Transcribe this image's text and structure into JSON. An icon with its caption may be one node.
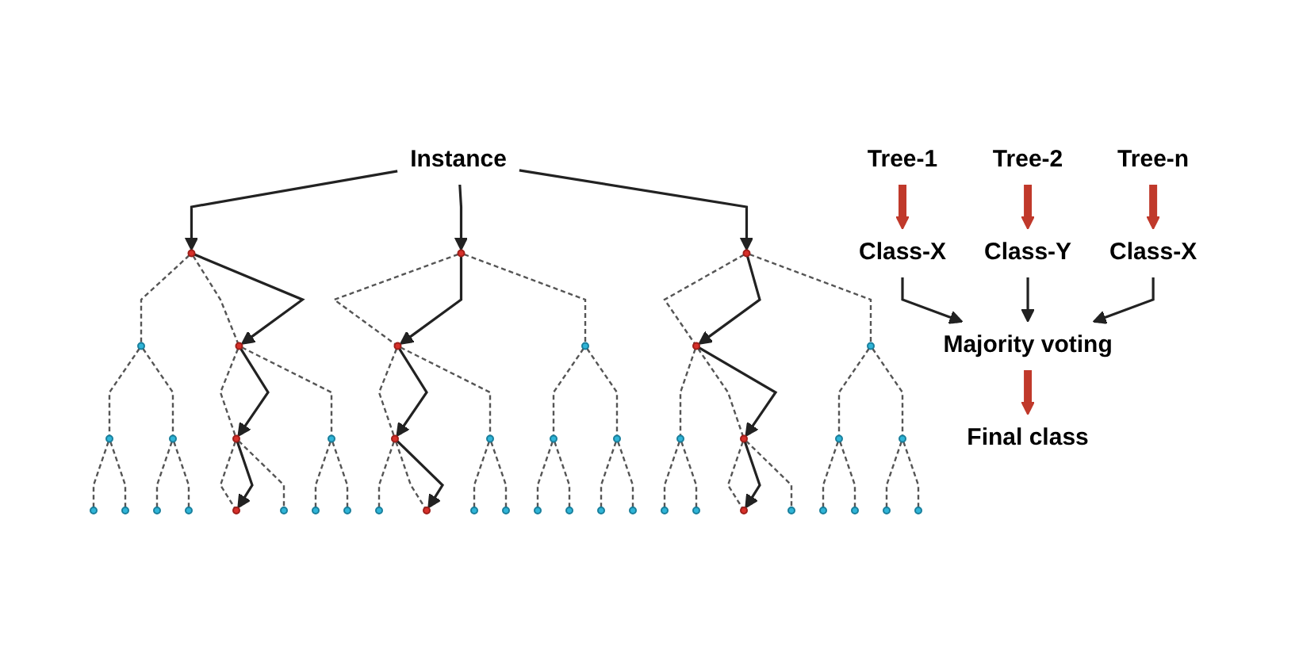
{
  "diagram": {
    "nodes": [
      {
        "text": [
          "Instance"
        ]
      },
      {
        "text": [],
        "shape": "circle"
      },
      {
        "text": [],
        "shape": "circle"
      },
      {
        "text": [],
        "shape": "circle"
      },
      {
        "text": [],
        "shape": "circle"
      },
      {
        "text": [],
        "shape": "circle"
      },
      {
        "text": [],
        "shape": "circle"
      },
      {
        "text": [],
        "shape": "circle"
      },
      {
        "text": [],
        "shape": "circle"
      },
      {
        "text": [],
        "shape": "circle"
      },
      {
        "text": [],
        "shape": "circle"
      },
      {
        "text": [],
        "shape": "circle"
      },
      {
        "text": [],
        "shape": "circle"
      },
      {
        "text": [],
        "shape": "circle"
      },
      {
        "text": [],
        "shape": "circle"
      },
      {
        "text": [],
        "shape": "circle"
      },
      {
        "text": [],
        "shape": "circle"
      },
      {
        "text": [],
        "shape": "circle"
      },
      {
        "text": [],
        "shape": "circle"
      },
      {
        "text": [],
        "shape": "circle"
      },
      {
        "text": [],
        "shape": "circle"
      },
      {
        "text": [],
        "shape": "circle"
      },
      {
        "text": [],
        "shape": "circle"
      },
      {
        "text": [],
        "shape": "circle"
      },
      {
        "text": [],
        "shape": "circle"
      },
      {
        "text": [],
        "shape": "circle"
      },
      {
        "text": [],
        "shape": "circle"
      },
      {
        "text": [],
        "shape": "circle"
      },
      {
        "text": [],
        "shape": "circle"
      },
      {
        "text": [],
        "shape": "circle"
      },
      {
        "text": [],
        "shape": "circle"
      },
      {
        "text": [],
        "shape": "circle"
      },
      {
        "text": [],
        "shape": "circle"
      },
      {
        "text": [],
        "shape": "circle"
      },
      {
        "text": [],
        "shape": "circle"
      },
      {
        "text": [],
        "shape": "circle"
      },
      {
        "text": [],
        "shape": "circle"
      },
      {
        "text": [],
        "shape": "circle"
      },
      {
        "text": [],
        "shape": "circle"
      },
      {
        "text": [],
        "shape": "circle"
      },
      {
        "text": [],
        "shape": "circle"
      },
      {
        "text": [],
        "shape": "circle"
      },
      {
        "text": [],
        "shape": "circle"
      },
      {
        "text": [],
        "shape": "circle"
      },
      {
        "text": [],
        "shape": "circle"
      },
      {
        "text": [],
        "shape": "circle"
      },
      {
        "text": [
          "Tree-1"
        ]
      },
      {
        "text": [
          "Tree-2"
        ]
      },
      {
        "text": [
          "Tree-n"
        ]
      },
      {
        "text": [
          "Class-X"
        ]
      },
      {
        "text": [
          "Class-Y"
        ]
      },
      {
        "text": [
          "Class-X"
        ]
      },
      {
        "text": [
          "Majority voting"
        ]
      },
      {
        "text": [
          "Final class"
        ]
      }
    ],
    "edges": [
      {
        "from": 0,
        "to": 1,
        "arrow": "to"
      },
      {
        "from": 0,
        "to": 2,
        "arrow": "to"
      },
      {
        "from": 0,
        "to": 3,
        "arrow": "to"
      },
      {
        "from": 1,
        "to": 4,
        "arrow": "none",
        "style": "dashed"
      },
      {
        "from": 1,
        "to": 5,
        "arrow": "none",
        "style": "dashed"
      },
      {
        "from": 4,
        "to": 10,
        "arrow": "none",
        "style": "dashed"
      },
      {
        "from": 4,
        "to": 11,
        "arrow": "none",
        "style": "dashed"
      },
      {
        "from": 5,
        "to": 12,
        "arrow": "none",
        "style": "dashed"
      },
      {
        "from": 5,
        "to": 13,
        "arrow": "none",
        "style": "dashed"
      },
      {
        "from": 10,
        "to": 22,
        "arrow": "none",
        "style": "dashed"
      },
      {
        "from": 10,
        "to": 23,
        "arrow": "none",
        "style": "dashed"
      },
      {
        "from": 11,
        "to": 24,
        "arrow": "none",
        "style": "dashed"
      },
      {
        "from": 11,
        "to": 25,
        "arrow": "none",
        "style": "dashed"
      },
      {
        "from": 12,
        "to": 26,
        "arrow": "none",
        "style": "dashed"
      },
      {
        "from": 12,
        "to": 27,
        "arrow": "none",
        "style": "dashed"
      },
      {
        "from": 13,
        "to": 28,
        "arrow": "none",
        "style": "dashed"
      },
      {
        "from": 13,
        "to": 29,
        "arrow": "none",
        "style": "dashed"
      },
      {
        "from": 2,
        "to": 6,
        "arrow": "none",
        "style": "dashed"
      },
      {
        "from": 2,
        "to": 7,
        "arrow": "none",
        "style": "dashed"
      },
      {
        "from": 6,
        "to": 14,
        "arrow": "none",
        "style": "dashed"
      },
      {
        "from": 6,
        "to": 15,
        "arrow": "none",
        "style": "dashed"
      },
      {
        "from": 7,
        "to": 16,
        "arrow": "none",
        "style": "dashed"
      },
      {
        "from": 7,
        "to": 17,
        "arrow": "none",
        "style": "dashed"
      },
      {
        "from": 14,
        "to": 30,
        "arrow": "none",
        "style": "dashed"
      },
      {
        "from": 14,
        "to": 31,
        "arrow": "none",
        "style": "dashed"
      },
      {
        "from": 15,
        "to": 32,
        "arrow": "none",
        "style": "dashed"
      },
      {
        "from": 15,
        "to": 33,
        "arrow": "none",
        "style": "dashed"
      },
      {
        "from": 16,
        "to": 34,
        "arrow": "none",
        "style": "dashed"
      },
      {
        "from": 16,
        "to": 35,
        "arrow": "none",
        "style": "dashed"
      },
      {
        "from": 17,
        "to": 36,
        "arrow": "none",
        "style": "dashed"
      },
      {
        "from": 17,
        "to": 37,
        "arrow": "none",
        "style": "dashed"
      },
      {
        "from": 3,
        "to": 8,
        "arrow": "none",
        "style": "dashed"
      },
      {
        "from": 3,
        "to": 9,
        "arrow": "none",
        "style": "dashed"
      },
      {
        "from": 8,
        "to": 18,
        "arrow": "none",
        "style": "dashed"
      },
      {
        "from": 8,
        "to": 19,
        "arrow": "none",
        "style": "dashed"
      },
      {
        "from": 9,
        "to": 20,
        "arrow": "none",
        "style": "dashed"
      },
      {
        "from": 9,
        "to": 21,
        "arrow": "none",
        "style": "dashed"
      },
      {
        "from": 18,
        "to": 38,
        "arrow": "none",
        "style": "dashed"
      },
      {
        "from": 18,
        "to": 39,
        "arrow": "none",
        "style": "dashed"
      },
      {
        "from": 19,
        "to": 40,
        "arrow": "none",
        "style": "dashed"
      },
      {
        "from": 19,
        "to": 41,
        "arrow": "none",
        "style": "dashed"
      },
      {
        "from": 20,
        "to": 42,
        "arrow": "none",
        "style": "dashed"
      },
      {
        "from": 20,
        "to": 43,
        "arrow": "none",
        "style": "dashed"
      },
      {
        "from": 21,
        "to": 44,
        "arrow": "none",
        "style": "dashed"
      },
      {
        "from": 21,
        "to": 45,
        "arrow": "none",
        "style": "dashed"
      },
      {
        "from": 1,
        "to": 5,
        "arrow": "to"
      },
      {
        "from": 5,
        "to": 12,
        "arrow": "to"
      },
      {
        "from": 12,
        "to": 26,
        "arrow": "to"
      },
      {
        "from": 2,
        "to": 6,
        "arrow": "to"
      },
      {
        "from": 6,
        "to": 14,
        "arrow": "to"
      },
      {
        "from": 14,
        "to": 31,
        "arrow": "to"
      },
      {
        "from": 3,
        "to": 8,
        "arrow": "to"
      },
      {
        "from": 8,
        "to": 19,
        "arrow": "to"
      },
      {
        "from": 19,
        "to": 40,
        "arrow": "to"
      },
      {
        "from": 46,
        "to": 49,
        "arrow": "to",
        "style": "thick",
        "color": "#c0392b"
      },
      {
        "from": 47,
        "to": 50,
        "arrow": "to",
        "style": "thick",
        "color": "#c0392b"
      },
      {
        "from": 48,
        "to": 51,
        "arrow": "to",
        "style": "thick",
        "color": "#c0392b"
      },
      {
        "from": 49,
        "to": 52,
        "arrow": "to"
      },
      {
        "from": 50,
        "to": 52,
        "arrow": "to"
      },
      {
        "from": 51,
        "to": 52,
        "arrow": "to"
      },
      {
        "from": 52,
        "to": 53,
        "arrow": "to",
        "style": "thick",
        "color": "#c0392b"
      }
    ]
  }
}
